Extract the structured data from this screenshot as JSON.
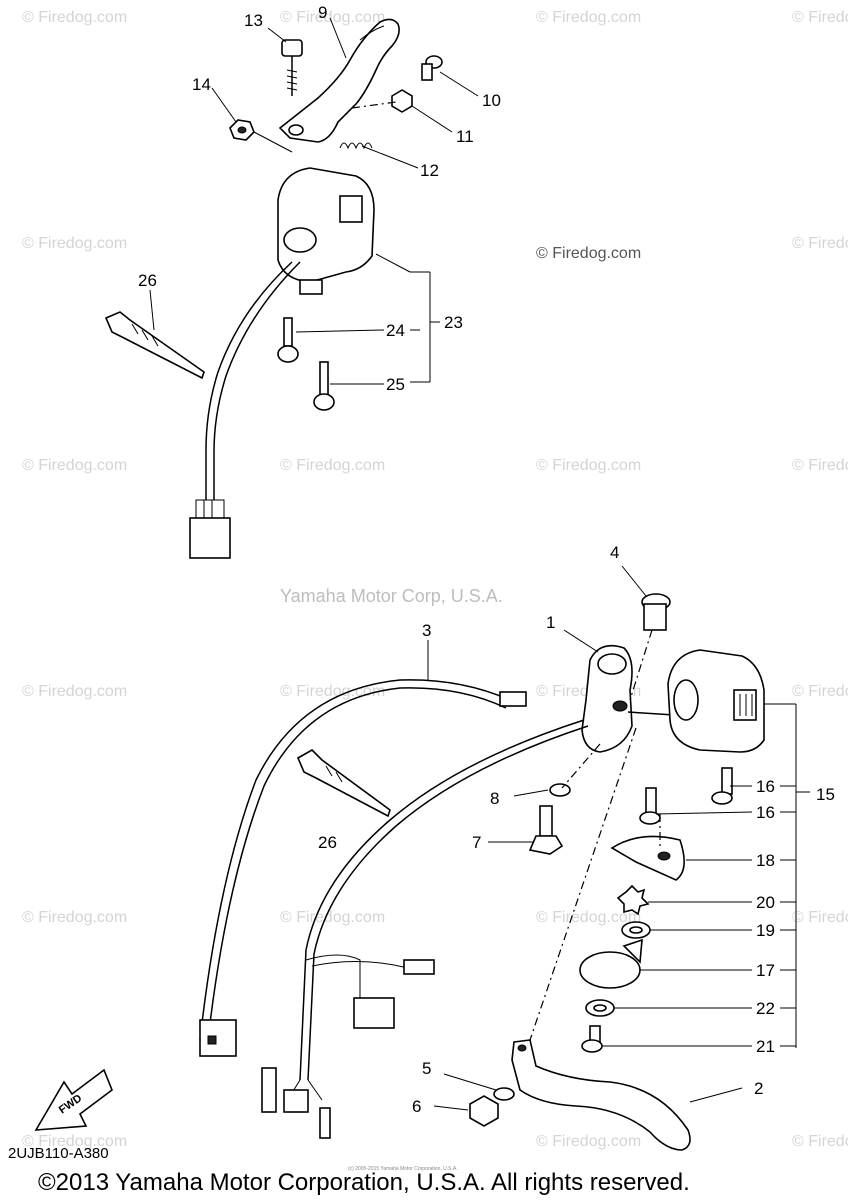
{
  "watermark": {
    "text": "© Firedog.com",
    "prominent_text": "© Firedog.com"
  },
  "center_watermark": "Yamaha Motor Corp, U.S.A.",
  "diagram_code": "2UJB110-A380",
  "copyright": "©2013 Yamaha Motor Corporation, U.S.A. All rights reserved.",
  "tiny_notice": "(c) 2005-2015 Yamaha Motor Corporation, U.S.A.",
  "fwd_label": "FWD",
  "callouts": {
    "c1": "1",
    "c2": "2",
    "c3": "3",
    "c4": "4",
    "c5": "5",
    "c6": "6",
    "c7": "7",
    "c8": "8",
    "c9": "9",
    "c10": "10",
    "c11": "11",
    "c12": "12",
    "c13": "13",
    "c14": "14",
    "c15": "15",
    "c16a": "16",
    "c16b": "16",
    "c17": "17",
    "c18": "18",
    "c19": "19",
    "c20": "20",
    "c21": "21",
    "c22": "22",
    "c23": "23",
    "c24": "24",
    "c25": "25",
    "c26a": "26",
    "c26b": "26"
  }
}
